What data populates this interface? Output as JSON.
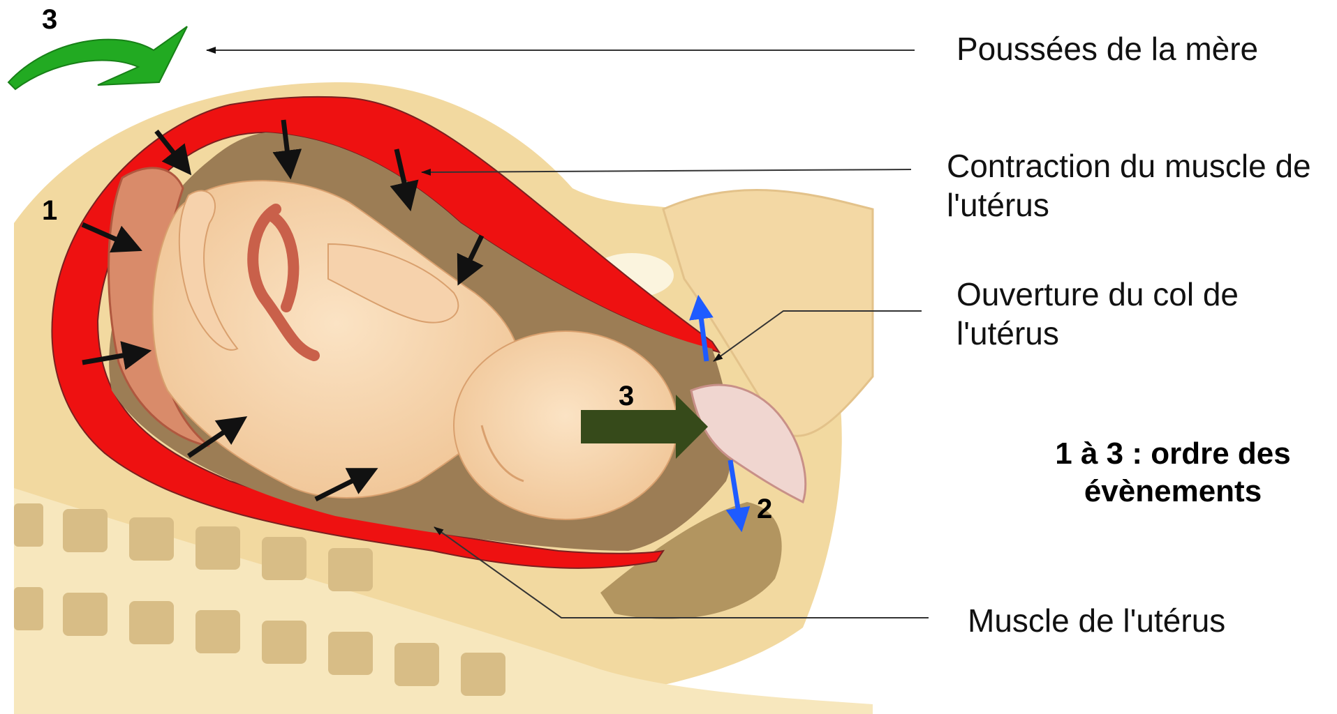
{
  "labels": {
    "pushes": "Poussées de la mère",
    "contraction_line1": "Contraction du muscle de",
    "contraction_line2": "l'utérus",
    "cervix_line1": "Ouverture du col de",
    "cervix_line2": "l'utérus",
    "muscle": "Muscle de l'utérus"
  },
  "steps": {
    "top_left": "3",
    "left": "1",
    "center": "3",
    "bottom": "2"
  },
  "legend": {
    "line1": "1 à 3 : ordre des",
    "line2": "évènements"
  },
  "colors": {
    "uterus_muscle": "#ee1111",
    "body_tissue": "#f2d9a0",
    "pushes_arrow": "#22aa22",
    "expulsion_arrow": "#364a1a",
    "cervix_arrows": "#1e5bff",
    "contraction_arrows": "#111111"
  }
}
